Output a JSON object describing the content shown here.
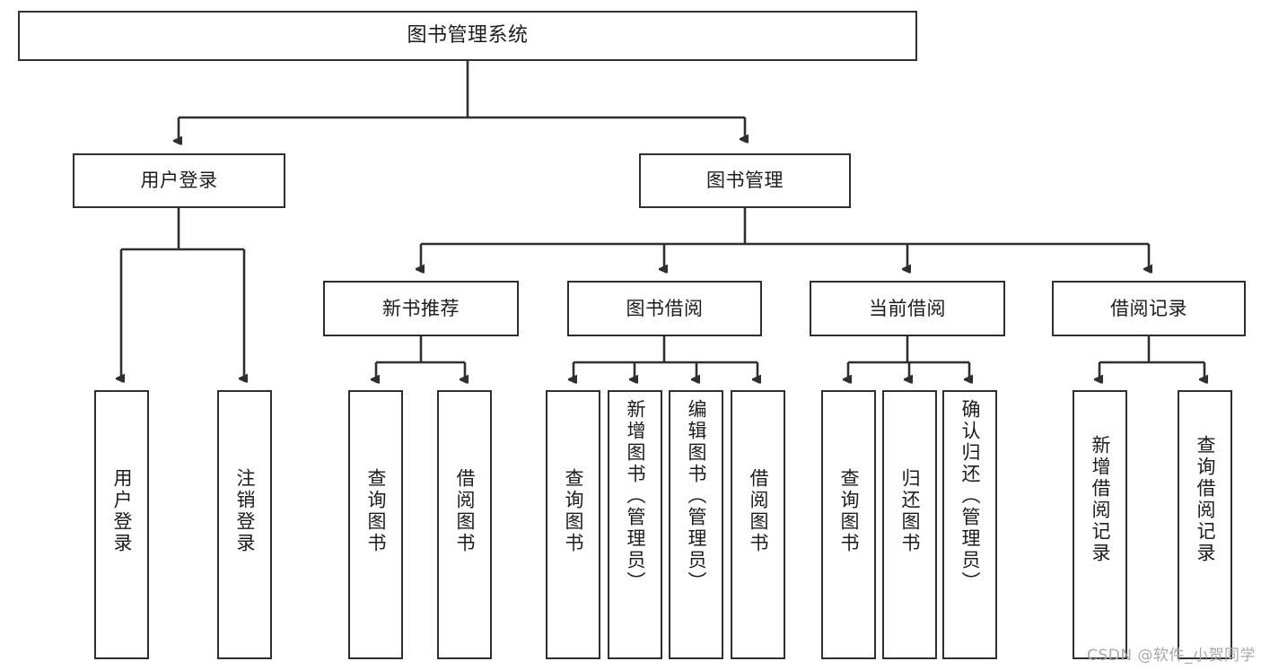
{
  "diagram": {
    "title": "图书管理系统",
    "watermark": "CSDN @软件_小贺同学",
    "root": {
      "label": "图书管理系统"
    },
    "level2": [
      {
        "label": "用户登录"
      },
      {
        "label": "图书管理"
      }
    ],
    "level3": [
      {
        "label": "新书推荐"
      },
      {
        "label": "图书借阅"
      },
      {
        "label": "当前借阅"
      },
      {
        "label": "借阅记录"
      }
    ],
    "leaves": {
      "user_login": [
        {
          "label": "用户登录"
        },
        {
          "label": "注销登录"
        }
      ],
      "new_book": [
        {
          "label": "查询图书"
        },
        {
          "label": "借阅图书"
        }
      ],
      "book_borrow": [
        {
          "label": "查询图书"
        },
        {
          "label": "新增图书（管理员）"
        },
        {
          "label": "编辑图书（管理员）"
        },
        {
          "label": "借阅图书"
        }
      ],
      "current_borrow": [
        {
          "label": "查询图书"
        },
        {
          "label": "归还图书"
        },
        {
          "label": "确认归还（管理员）"
        }
      ],
      "borrow_record": [
        {
          "label": "新增借阅记录"
        },
        {
          "label": "查询借阅记录"
        }
      ]
    }
  },
  "colors": {
    "stroke": "#2f2f2f",
    "background": "#ffffff",
    "text": "#1c1c1c",
    "watermark": "#a8a8a8"
  }
}
